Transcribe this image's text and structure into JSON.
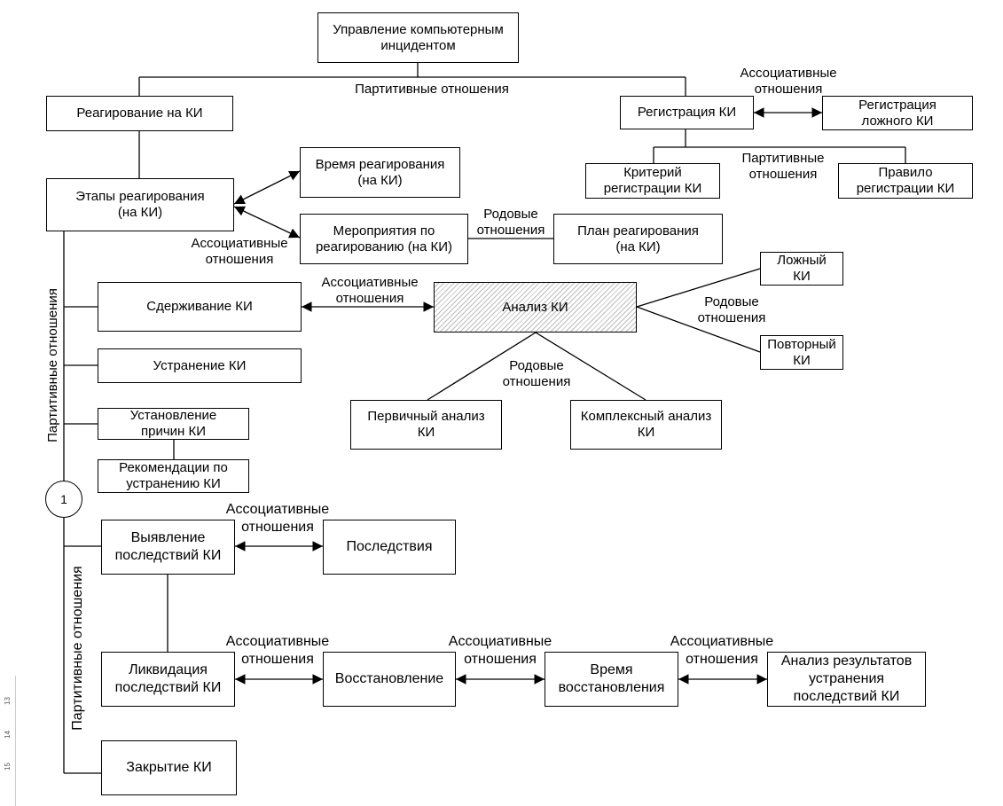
{
  "nodes": {
    "root": "Управление компьютерным\nинцидентом",
    "response": "Реагирование на КИ",
    "registration": "Регистрация КИ",
    "false_registration": "Регистрация\nложного КИ",
    "criterion": "Критерий\nрегистрации КИ",
    "rule": "Правило\nрегистрации КИ",
    "response_time": "Время реагирования\n(на КИ)",
    "stages": "Этапы реагирования\n(на КИ)",
    "measures": "Мероприятия по\nреагированию (на КИ)",
    "plan": "План реагирования\n(на КИ)",
    "containment": "Сдерживание КИ",
    "analysis": "Анализ КИ",
    "false_ki": "Ложный\nКИ",
    "repeat_ki": "Повторный\nКИ",
    "elimination": "Устранение КИ",
    "causes": "Установление\nпричин КИ",
    "recommendations": "Рекомендации по\nустранению КИ",
    "primary_analysis": "Первичный анализ\nКИ",
    "complex_analysis": "Комплексный анализ\nКИ",
    "detect_consequences": "Выявление\nпоследствий КИ",
    "consequences": "Последствия",
    "liquidation": "Ликвидация\nпоследствий КИ",
    "recovery": "Восстановление",
    "recovery_time": "Время\nвосстановления",
    "results_analysis": "Анализ результатов\nустранения\nпоследствий КИ",
    "closure": "Закрытие КИ"
  },
  "labels": {
    "partitive_top": "Партитивные отношения",
    "assoc_registration": "Ассоциативные\nотношения",
    "partitive_registration": "Партитивные\nотношения",
    "assoc_stages": "Ассоциативные\nотношения",
    "generic_measures": "Родовые\nотношения",
    "assoc_containment": "Ассоциативные\nотношения",
    "generic_analysis_right": "Родовые\nотношения",
    "generic_analysis_bottom": "Родовые\nотношения",
    "partitive_vertical_upper": "Партитивные отношения",
    "partitive_vertical_lower": "Партитивные отношения",
    "assoc_consequences": "Ассоциативные\nотношения",
    "assoc_liquidation": "Ассоциативные\nотношения",
    "assoc_recovery": "Ассоциативные\nотношения",
    "assoc_recovery_time": "Ассоциативные\nотношения"
  },
  "connector": "1",
  "ruler": [
    "15",
    "14",
    "13"
  ]
}
